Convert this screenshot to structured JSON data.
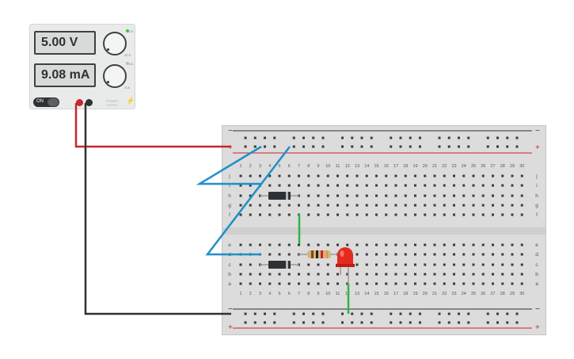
{
  "power_supply": {
    "voltage_display": "5.00 V",
    "current_display": "9.08 mA",
    "power_label": "ON",
    "voltage_knob_labels": [
      "CV",
      "20 V"
    ],
    "current_knob_labels": [
      "CC",
      "5 A"
    ],
    "brand_lines": [
      "POWER",
      "SUPPLY"
    ],
    "icon": "lightning-bolt-icon"
  },
  "breadboard": {
    "column_numbers": [
      "1",
      "2",
      "3",
      "4",
      "5",
      "6",
      "7",
      "8",
      "9",
      "10",
      "11",
      "12",
      "13",
      "14",
      "15",
      "16",
      "17",
      "18",
      "19",
      "20",
      "21",
      "22",
      "23",
      "24",
      "25",
      "26",
      "27",
      "28",
      "29",
      "30"
    ],
    "row_letters_top": [
      "j",
      "i",
      "h",
      "g",
      "f"
    ],
    "row_letters_bottom": [
      "e",
      "d",
      "c",
      "b",
      "a"
    ],
    "rail_plus": "+",
    "rail_minus": "−"
  },
  "colors": {
    "positive_wire": "#c9252b",
    "negative_wire": "#2e3134",
    "jumper_blue": "#1f8fc8",
    "jumper_green": "#2fb34a",
    "led": "#e52a20",
    "rail_red": "#c9252b",
    "board": "#dcdcdc"
  }
}
